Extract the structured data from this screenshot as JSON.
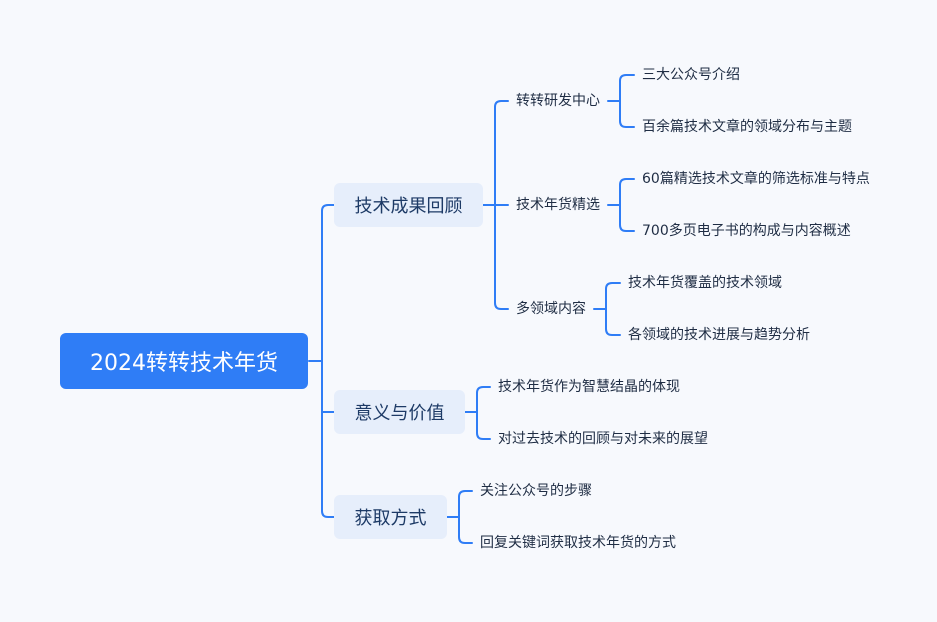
{
  "root": "2024转转技术年货",
  "branches": [
    {
      "label": "技术成果回顾",
      "children": [
        {
          "label": "转转研发中心",
          "children": [
            "三大公众号介绍",
            "百余篇技术文章的领域分布与主题"
          ]
        },
        {
          "label": "技术年货精选",
          "children": [
            "60篇精选技术文章的筛选标准与特点",
            "700多页电子书的构成与内容概述"
          ]
        },
        {
          "label": "多领域内容",
          "children": [
            "技术年货覆盖的技术领域",
            "各领域的技术进展与趋势分析"
          ]
        }
      ]
    },
    {
      "label": "意义与价值",
      "children": [
        "技术年货作为智慧结晶的体现",
        "对过去技术的回顾与对未来的展望"
      ]
    },
    {
      "label": "获取方式",
      "children": [
        "关注公众号的步骤",
        "回复关键词获取技术年货的方式"
      ]
    }
  ],
  "colors": {
    "accent": "#2f7df6",
    "branch_bg": "#e6eefb",
    "background": "#f7f9fd"
  }
}
